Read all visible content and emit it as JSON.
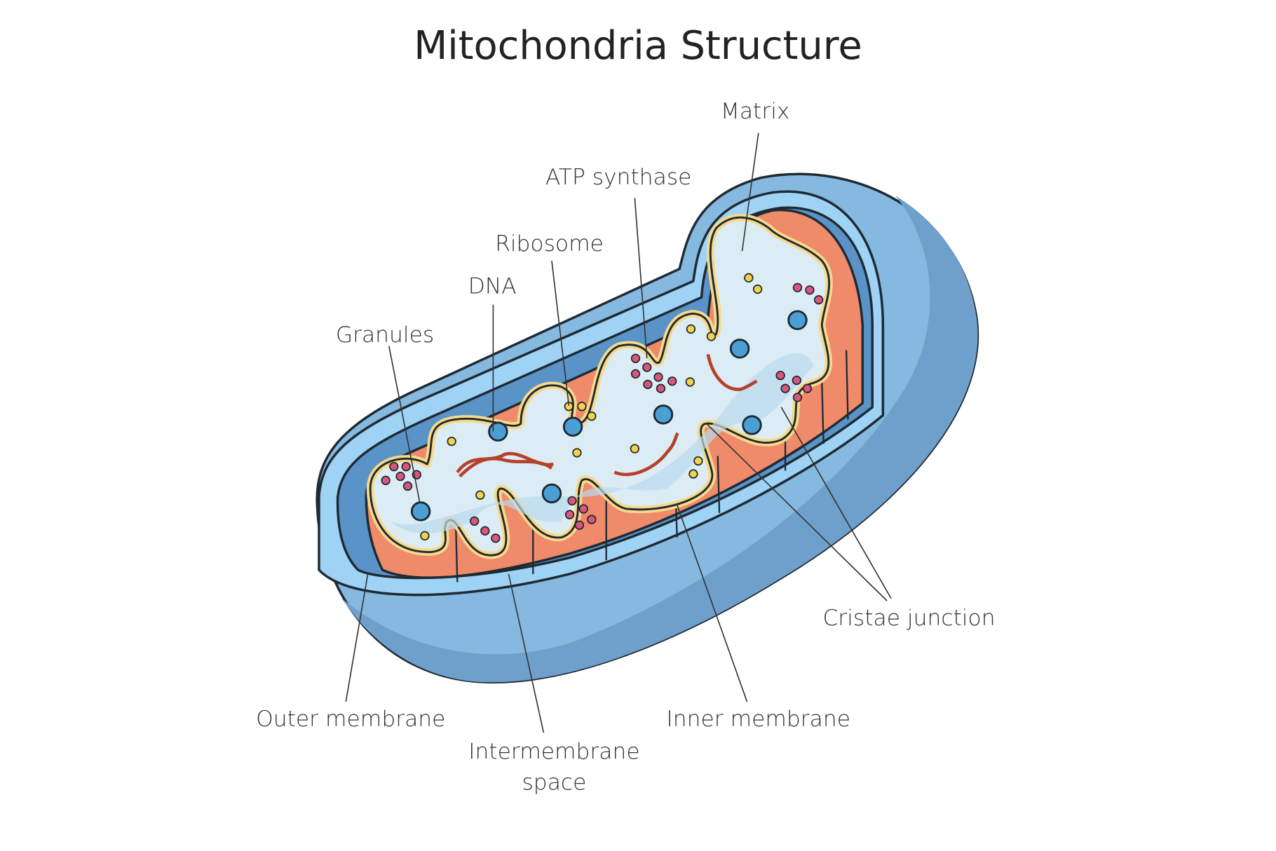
{
  "title": "Mitochondria Structure",
  "labels": {
    "matrix": "Matrix",
    "atp_synthase": "ATP synthase",
    "ribosome": "Ribosome",
    "dna": "DNA",
    "granules": "Granules",
    "cristae_junction": "Cristae junction",
    "outer_membrane": "Outer membrane",
    "intermembrane_line1": "Intermembrane",
    "intermembrane_line2": "space",
    "inner_membrane": "Inner membrane"
  },
  "colors": {
    "outer": "#85b9e0",
    "outer_shadow": "#6f9fcb",
    "membrane_light": "#9fd3f5",
    "intermembrane_dark": "#5a93c8",
    "inner_orange": "#ef8a6a",
    "matrix_light": "#dcecf5",
    "matrix_mid": "#b9daee",
    "crista_yellow": "#f7d98a",
    "ribosome_pink": "#d9577a",
    "granule_yellow": "#f3d34a",
    "granule_blue": "#4aa0d5",
    "dna_red": "#b6402c"
  }
}
